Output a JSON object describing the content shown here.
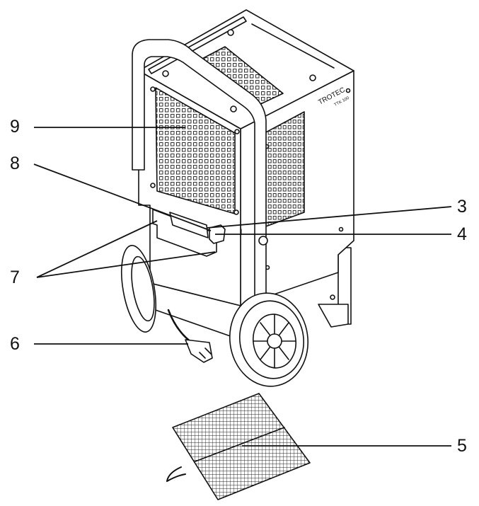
{
  "brand": {
    "logo_text": "TROTEC",
    "model_text": "TTK 100"
  },
  "callouts": [
    {
      "id": "9",
      "label": "9"
    },
    {
      "id": "8",
      "label": "8"
    },
    {
      "id": "7",
      "label": "7"
    },
    {
      "id": "6",
      "label": "6"
    },
    {
      "id": "3",
      "label": "3"
    },
    {
      "id": "4",
      "label": "4"
    },
    {
      "id": "5",
      "label": "5"
    }
  ],
  "colors": {
    "line": "#111111",
    "fill": "#ffffff",
    "grille": "#555555"
  }
}
